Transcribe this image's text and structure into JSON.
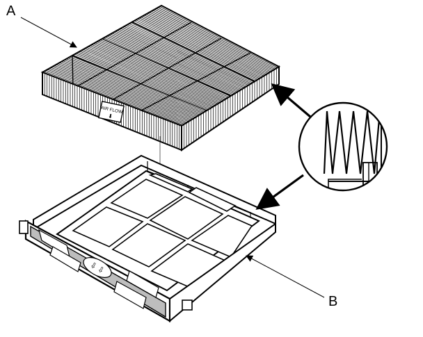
{
  "callouts": {
    "a": "A",
    "b": "B"
  },
  "filter": {
    "badge_top": "AIR FLOW",
    "badge_bottom": "⬇"
  },
  "tray": {
    "badge": "⇩ ⇩"
  },
  "colors": {
    "ink": "#000000",
    "paper": "#ffffff",
    "shade": "#bdbdbd"
  }
}
